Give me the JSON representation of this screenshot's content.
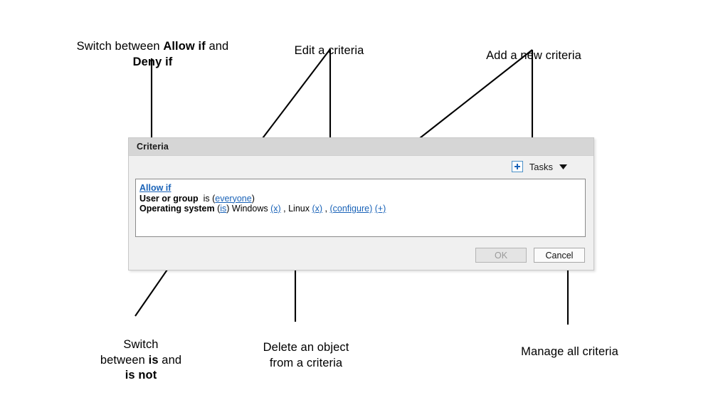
{
  "annotations": [
    {
      "id": "switch-allow-deny",
      "text_parts": [
        "Switch between ",
        "Allow if",
        " and\n",
        "Deny if"
      ],
      "text": "Switch between Allow if and\nDeny if"
    },
    {
      "id": "edit-a-criteria",
      "text": "Edit a criteria"
    },
    {
      "id": "add-a-new-criteria",
      "text": "Add a new criteria"
    },
    {
      "id": "switch-is-isnot",
      "text": "Switch\nbetween is and\nis not"
    },
    {
      "id": "delete-an-object",
      "text": "Delete an object\nfrom a criteria"
    },
    {
      "id": "manage-all-criteria",
      "text": "Manage all criteria"
    }
  ],
  "annotation_labels": {
    "switch_allow_deny_pre": "Switch between ",
    "switch_allow_deny_bold1": "Allow if",
    "switch_allow_deny_mid": " and",
    "switch_allow_deny_bold2": "Deny if",
    "edit_a_criteria": "Edit a criteria",
    "add_a_new_criteria": "Add a new criteria",
    "switch_is_line1": "Switch",
    "switch_is_pre": "between ",
    "switch_is_bold1": "is",
    "switch_is_mid": " and",
    "switch_is_bold2": "is not",
    "delete_line1": "Delete an object",
    "delete_line2": "from a criteria",
    "manage_all_criteria": "Manage all criteria"
  },
  "dialog": {
    "title": "Criteria",
    "toolbar": {
      "add_icon": "plus-icon",
      "tasks_label": "Tasks",
      "caret_icon": "chevron-down-icon"
    },
    "criteria": {
      "mode_link": "Allow if",
      "rows": [
        {
          "label": "User or group",
          "operator": "is",
          "operator_is_link": false,
          "values": [
            {
              "open": "(",
              "text": "everyone",
              "is_link": true,
              "close": ")"
            }
          ],
          "actions": []
        },
        {
          "label": "Operating system",
          "operator": "is",
          "operator_is_link": true,
          "values": [
            {
              "text": "Windows",
              "is_link": false,
              "remove": "(x)"
            },
            {
              "text": "Linux",
              "is_link": false,
              "remove": "(x)"
            }
          ],
          "actions": [
            {
              "text": "(configure)"
            },
            {
              "text": "(+)"
            }
          ]
        }
      ]
    },
    "buttons": {
      "ok": "OK",
      "ok_enabled": false,
      "cancel": "Cancel",
      "cancel_enabled": true
    }
  },
  "colors": {
    "link": "#1a63b8",
    "titlebar": "#d6d6d6",
    "dialog_bg": "#f0f0f0",
    "panel_bg": "#ffffff",
    "accent_border": "#4a90c8",
    "leader_line": "#000000"
  }
}
